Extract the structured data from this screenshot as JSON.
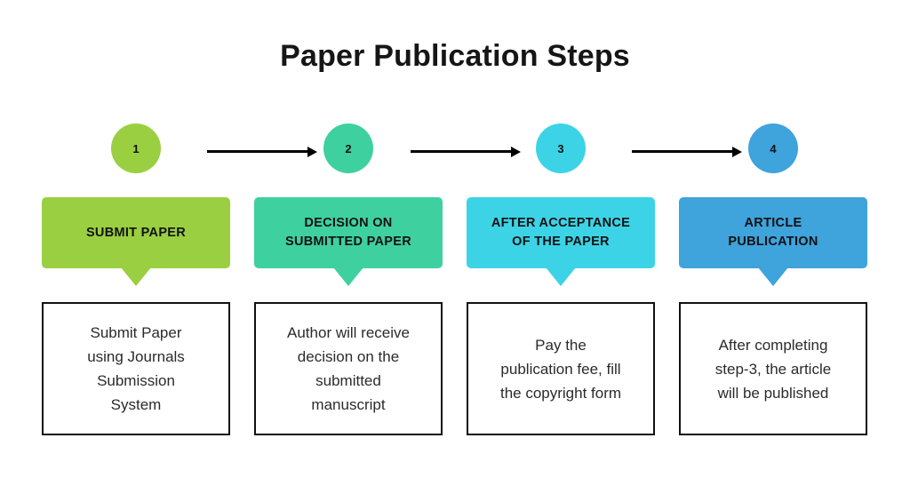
{
  "title": "Paper Publication Steps",
  "theme": {
    "background": "#ffffff",
    "title_color": "#161616",
    "arrow_color": "#000000",
    "box_border_color": "#111111",
    "body_text_color": "#2b2b2b"
  },
  "steps": [
    {
      "number": "1",
      "circle_color": "#9ACF42",
      "banner_color": "#9ACF42",
      "banner_label": "SUBMIT PAPER",
      "description": "Submit Paper\nusing Journals\nSubmission\nSystem"
    },
    {
      "number": "2",
      "circle_color": "#3FD0A0",
      "banner_color": "#3FD0A0",
      "banner_label": "DECISION ON\nSUBMITTED PAPER",
      "description": "Author will receive\ndecision on the\nsubmitted\nmanuscript"
    },
    {
      "number": "3",
      "circle_color": "#3DD3E6",
      "banner_color": "#3DD3E6",
      "banner_label": "AFTER ACCEPTANCE\nOF THE PAPER",
      "description": "Pay the\npublication fee, fill\nthe copyright form"
    },
    {
      "number": "4",
      "circle_color": "#3FA3DC",
      "banner_color": "#3FA3DC",
      "banner_label": "ARTICLE\nPUBLICATION",
      "description": "After completing\nstep-3, the article\nwill be published"
    }
  ],
  "connectors": [
    {
      "name": "arrow-1-to-2"
    },
    {
      "name": "arrow-2-to-3"
    },
    {
      "name": "arrow-3-to-4"
    }
  ]
}
